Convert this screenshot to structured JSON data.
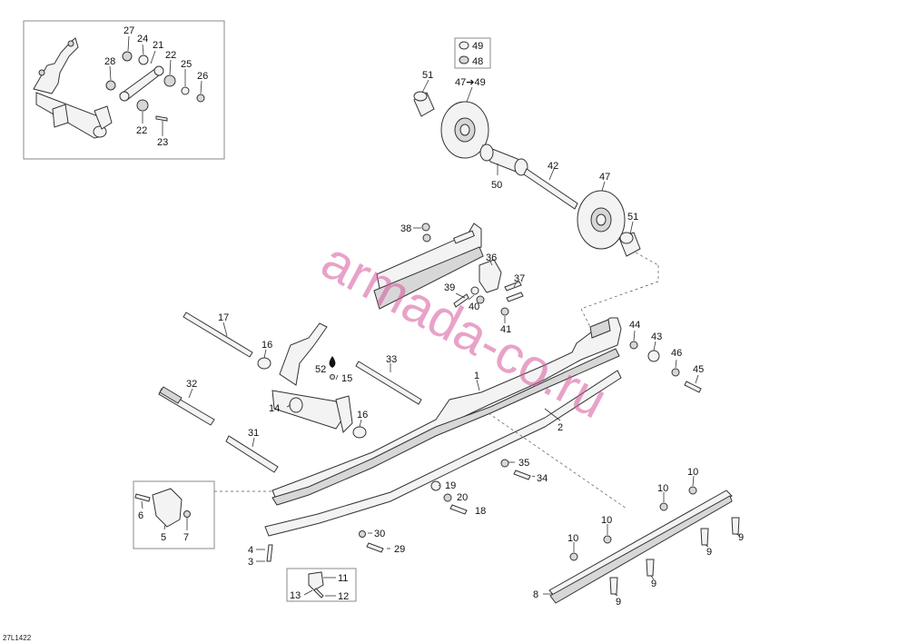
{
  "watermark": "armada-co.ru",
  "reference_code": "27L1422",
  "oil_symbol": "drop-icon",
  "callouts": [
    {
      "id": "c27",
      "text": "27"
    },
    {
      "id": "c24",
      "text": "24"
    },
    {
      "id": "c21",
      "text": "21"
    },
    {
      "id": "c28",
      "text": "28"
    },
    {
      "id": "c22a",
      "text": "22"
    },
    {
      "id": "c25",
      "text": "25"
    },
    {
      "id": "c26",
      "text": "26"
    },
    {
      "id": "c22b",
      "text": "22"
    },
    {
      "id": "c23",
      "text": "23"
    },
    {
      "id": "c49",
      "text": "49"
    },
    {
      "id": "c48",
      "text": "48"
    },
    {
      "id": "c51a",
      "text": "51"
    },
    {
      "id": "c4749",
      "text": "47➔49"
    },
    {
      "id": "c42",
      "text": "42"
    },
    {
      "id": "c50",
      "text": "50"
    },
    {
      "id": "c47",
      "text": "47"
    },
    {
      "id": "c51b",
      "text": "51"
    },
    {
      "id": "c38",
      "text": "38"
    },
    {
      "id": "c36",
      "text": "36"
    },
    {
      "id": "c37",
      "text": "37"
    },
    {
      "id": "c39",
      "text": "39"
    },
    {
      "id": "c40",
      "text": "40"
    },
    {
      "id": "c41",
      "text": "41"
    },
    {
      "id": "c17",
      "text": "17"
    },
    {
      "id": "c16a",
      "text": "16"
    },
    {
      "id": "c52",
      "text": "52"
    },
    {
      "id": "c15",
      "text": "15"
    },
    {
      "id": "c33",
      "text": "33"
    },
    {
      "id": "c1",
      "text": "1"
    },
    {
      "id": "c44",
      "text": "44"
    },
    {
      "id": "c43",
      "text": "43"
    },
    {
      "id": "c46",
      "text": "46"
    },
    {
      "id": "c45",
      "text": "45"
    },
    {
      "id": "c32",
      "text": "32"
    },
    {
      "id": "c14",
      "text": "14"
    },
    {
      "id": "c16b",
      "text": "16"
    },
    {
      "id": "c2",
      "text": "2"
    },
    {
      "id": "c31",
      "text": "31"
    },
    {
      "id": "c35",
      "text": "35"
    },
    {
      "id": "c34",
      "text": "34"
    },
    {
      "id": "c19",
      "text": "19"
    },
    {
      "id": "c20",
      "text": "20"
    },
    {
      "id": "c18",
      "text": "18"
    },
    {
      "id": "c6",
      "text": "6"
    },
    {
      "id": "c5",
      "text": "5"
    },
    {
      "id": "c7",
      "text": "7"
    },
    {
      "id": "c30",
      "text": "30"
    },
    {
      "id": "c4",
      "text": "4"
    },
    {
      "id": "c29",
      "text": "29"
    },
    {
      "id": "c3",
      "text": "3"
    },
    {
      "id": "c11",
      "text": "11"
    },
    {
      "id": "c13",
      "text": "13"
    },
    {
      "id": "c12",
      "text": "12"
    },
    {
      "id": "c10a",
      "text": "10"
    },
    {
      "id": "c10b",
      "text": "10"
    },
    {
      "id": "c10c",
      "text": "10"
    },
    {
      "id": "c10d",
      "text": "10"
    },
    {
      "id": "c9a",
      "text": "9"
    },
    {
      "id": "c9b",
      "text": "9"
    },
    {
      "id": "c9c",
      "text": "9"
    },
    {
      "id": "c9d",
      "text": "9"
    },
    {
      "id": "c8",
      "text": "8"
    }
  ]
}
